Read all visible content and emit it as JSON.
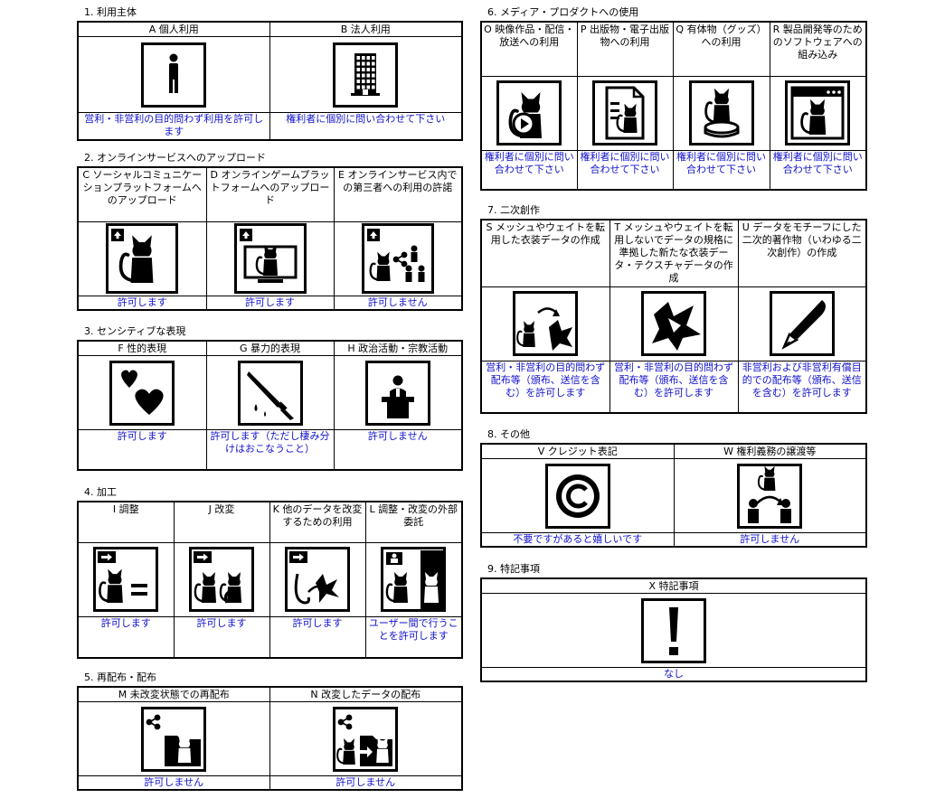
{
  "sections": [
    {
      "title": "1. 利用主体",
      "cols": [
        {
          "head": "A 個人利用",
          "value": "営利・非営利の目的問わず利用を許可します",
          "icon": "person-icon"
        },
        {
          "head": "B 法人利用",
          "value": "権利者に個別に問い合わせて下さい",
          "icon": "building-icon"
        }
      ]
    },
    {
      "title": "2. オンラインサービスへのアップロード",
      "cols": [
        {
          "head": "C ソーシャルコミュニケーションプラットフォームへのアップロード",
          "value": "許可します",
          "icon": "upload-avatar-icon"
        },
        {
          "head": "D オンラインゲームプラットフォームへのアップロード",
          "value": "許可します",
          "icon": "upload-monitor-icon"
        },
        {
          "head": "E オンラインサービス内での第三者への利用の許諾",
          "value": "許可しません",
          "icon": "upload-share-icon"
        }
      ]
    },
    {
      "title": "3. センシティブな表現",
      "cols": [
        {
          "head": "F 性的表現",
          "value": "許可します",
          "icon": "hearts-icon"
        },
        {
          "head": "G 暴力的表現",
          "value": "許可します（ただし棲み分けはおこなうこと）",
          "icon": "knife-icon"
        },
        {
          "head": "H 政治活動・宗教活動",
          "value": "許可しません",
          "icon": "podium-icon"
        }
      ]
    },
    {
      "title": "4. 加工",
      "cols": [
        {
          "head": "I 調整",
          "value": "許可します",
          "icon": "adjust-icon"
        },
        {
          "head": "J 改変",
          "value": "許可します",
          "icon": "modify-icon"
        },
        {
          "head": "K 他のデータを改変するための利用",
          "value": "許可します",
          "icon": "material-icon"
        },
        {
          "head": "L 調整・改変の外部委託",
          "value": "ユーザー間で行うことを許可します",
          "icon": "outsource-icon"
        }
      ]
    },
    {
      "title": "5. 再配布・配布",
      "cols": [
        {
          "head": "M 未改変状態での再配布",
          "value": "許可しません",
          "icon": "redistribute-icon"
        },
        {
          "head": "N 改変したデータの配布",
          "value": "許可しません",
          "icon": "distribute-modified-icon"
        }
      ]
    },
    {
      "title": "6. メディア・プロダクトへの使用",
      "cols": [
        {
          "head": "O 映像作品・配信・放送への利用",
          "value": "権利者に個別に問い合わせて下さい",
          "icon": "video-icon"
        },
        {
          "head": "P 出版物・電子出版物への利用",
          "value": "権利者に個別に問い合わせて下さい",
          "icon": "publication-icon"
        },
        {
          "head": "Q 有体物（グッズ）への利用",
          "value": "権利者に個別に問い合わせて下さい",
          "icon": "goods-icon"
        },
        {
          "head": "R 製品開発等のためのソフトウェアへの組み込み",
          "value": "権利者に個別に問い合わせて下さい",
          "icon": "software-icon"
        }
      ]
    },
    {
      "title": "7. 二次創作",
      "cols": [
        {
          "head": "S メッシュやウェイトを転用した衣装データの作成",
          "value": "営利・非営利の目的問わず配布等（頒布、送信を含む）を許可します",
          "icon": "costume-transfer-icon"
        },
        {
          "head": "T メッシュやウェイトを転用しないでデータの規格に準拠した新たな衣装データ・テクスチャデータの作成",
          "value": "営利・非営利の目的問わず配布等（頒布、送信を含む）を許可します",
          "icon": "costume-new-icon"
        },
        {
          "head": "U データをモチーフにした二次的著作物（いわゆる二次創作）の作成",
          "value": "非営利および非営利有償目的での配布等（頒布、送信を含む）を許可します",
          "icon": "pen-icon"
        }
      ]
    },
    {
      "title": "8. その他",
      "cols": [
        {
          "head": "V クレジット表記",
          "value": "不要ですがあると嬉しいです",
          "icon": "copyright-icon"
        },
        {
          "head": "W 権利義務の譲渡等",
          "value": "許可しません",
          "icon": "transfer-rights-icon"
        }
      ]
    },
    {
      "title": "9. 特記事項",
      "cols": [
        {
          "head": "X 特記事項",
          "value": "なし",
          "icon": "exclamation-icon"
        }
      ]
    }
  ]
}
